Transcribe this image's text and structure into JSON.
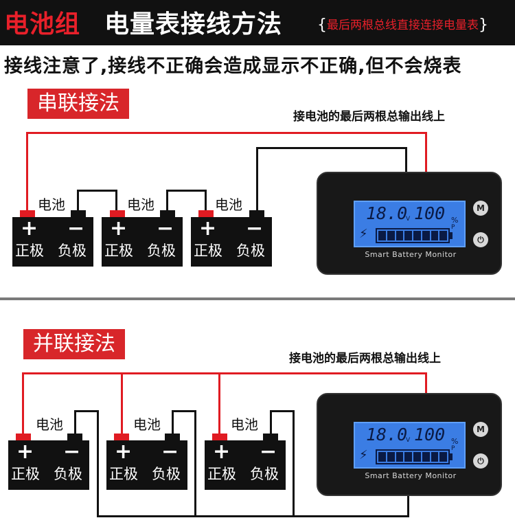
{
  "header": {
    "title_red": "电池组",
    "title_white": "电量表接线方法",
    "subtitle": "最后两根总线直接连接电量表",
    "bracket_open": "{",
    "bracket_close": "}"
  },
  "notice": "接线注意了,接线不正确会造成显示不正确,但不会烧表",
  "series": {
    "label": "串联接法",
    "note": "接电池的最后两根总输出线上"
  },
  "parallel": {
    "label": "并联接法",
    "note": "接电池的最后两根总输出线上"
  },
  "battery": {
    "cell_label": "电池",
    "plus": "+",
    "minus": "−",
    "pos_label": "正极",
    "neg_label": "负极"
  },
  "monitor": {
    "voltage": "18.0",
    "voltage_unit": "V",
    "percent": "100",
    "percent_unit": "%",
    "p_label": "P",
    "label": "Smart Battery Monitor",
    "m_button": "M",
    "power_icon": "power-icon",
    "bolt_icon": "bolt-icon",
    "battery_segments": 8
  },
  "colors": {
    "red": "#e01b22",
    "label_red": "#d8262a",
    "header_bg": "#111111",
    "lcd_blue": "#3b7de4"
  }
}
